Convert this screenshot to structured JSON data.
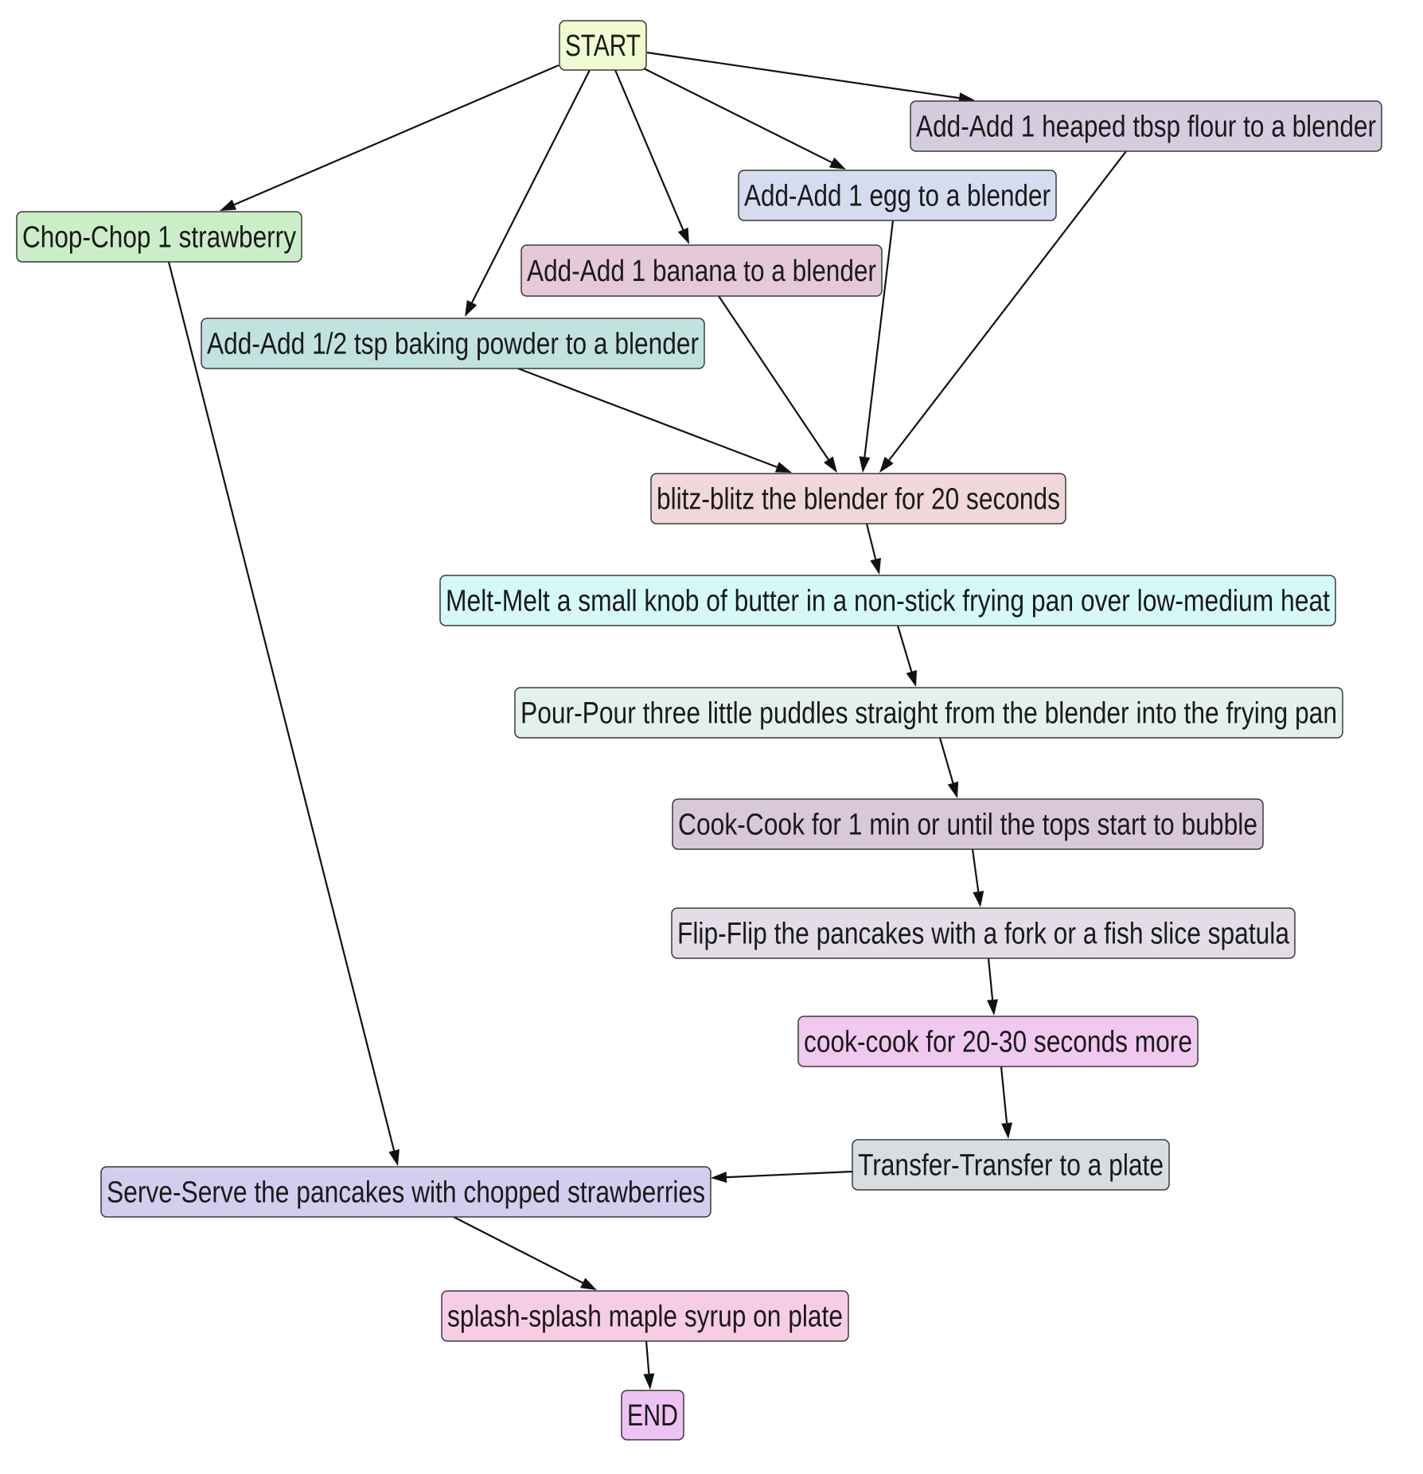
{
  "diagram": {
    "nodes": [
      {
        "id": "start",
        "label": "START",
        "color": "#f1fbd2"
      },
      {
        "id": "chop",
        "label": "Chop-Chop 1 strawberry",
        "color": "#cbeec9"
      },
      {
        "id": "powder",
        "label": "Add-Add 1/2 tsp baking powder to a blender",
        "color": "#c2e2e0"
      },
      {
        "id": "banana",
        "label": "Add-Add 1 banana to a blender",
        "color": "#e6c9d8"
      },
      {
        "id": "egg",
        "label": "Add-Add 1 egg to a blender",
        "color": "#d5dcef"
      },
      {
        "id": "flour",
        "label": "Add-Add 1 heaped tbsp flour to a blender",
        "color": "#d6cce0"
      },
      {
        "id": "blitz",
        "label": "blitz-blitz the blender for 20 seconds",
        "color": "#f0d7da"
      },
      {
        "id": "melt",
        "label": "Melt-Melt a small knob of butter in a non-stick frying pan over low-medium heat",
        "color": "#d5f9f9"
      },
      {
        "id": "pour",
        "label": "Pour-Pour three little puddles straight from the blender into the frying pan",
        "color": "#e4f1ea"
      },
      {
        "id": "cook1",
        "label": "Cook-Cook for 1 min or until the tops start to bubble",
        "color": "#d9c8da"
      },
      {
        "id": "flip",
        "label": "Flip-Flip the pancakes with a fork or a fish slice spatula",
        "color": "#e2dde6"
      },
      {
        "id": "cook2",
        "label": "cook-cook for 20-30 seconds more",
        "color": "#f1c8f0"
      },
      {
        "id": "transfer",
        "label": "Transfer-Transfer to a plate",
        "color": "#d8dde2"
      },
      {
        "id": "serve",
        "label": "Serve-Serve the pancakes with chopped strawberries",
        "color": "#d3cdee"
      },
      {
        "id": "splash",
        "label": "splash-splash maple syrup on plate",
        "color": "#f7cde6"
      },
      {
        "id": "end",
        "label": "END",
        "color": "#eec3f3"
      }
    ],
    "edges": [
      {
        "from": "start",
        "to": "chop"
      },
      {
        "from": "start",
        "to": "powder"
      },
      {
        "from": "start",
        "to": "banana"
      },
      {
        "from": "start",
        "to": "egg"
      },
      {
        "from": "start",
        "to": "flour"
      },
      {
        "from": "powder",
        "to": "blitz"
      },
      {
        "from": "banana",
        "to": "blitz"
      },
      {
        "from": "egg",
        "to": "blitz"
      },
      {
        "from": "flour",
        "to": "blitz"
      },
      {
        "from": "blitz",
        "to": "melt"
      },
      {
        "from": "melt",
        "to": "pour"
      },
      {
        "from": "pour",
        "to": "cook1"
      },
      {
        "from": "cook1",
        "to": "flip"
      },
      {
        "from": "flip",
        "to": "cook2"
      },
      {
        "from": "cook2",
        "to": "transfer"
      },
      {
        "from": "transfer",
        "to": "serve"
      },
      {
        "from": "chop",
        "to": "serve"
      },
      {
        "from": "serve",
        "to": "splash"
      },
      {
        "from": "splash",
        "to": "end"
      }
    ]
  }
}
